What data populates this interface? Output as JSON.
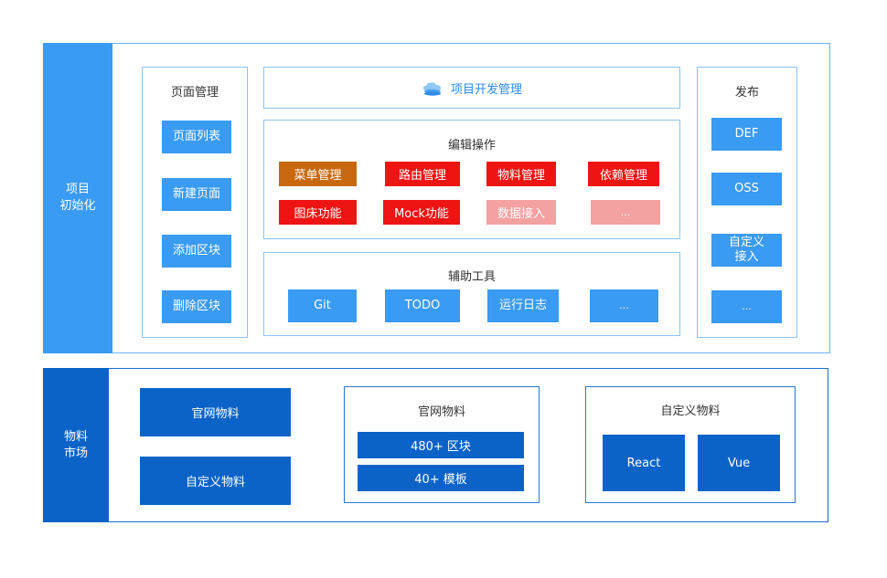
{
  "section1": {
    "label_lines": [
      "项目",
      "初始化"
    ],
    "page_mgmt": {
      "title": "页面管理",
      "items": [
        "页面列表",
        "新建页面",
        "添加区块",
        "删除区块"
      ]
    },
    "project_dev": {
      "title": "项目开发管理",
      "icon": "cloud-stack-icon"
    },
    "edit_ops": {
      "title": "编辑操作",
      "row1": [
        {
          "label": "菜单管理",
          "color": "#c7680f"
        },
        {
          "label": "路由管理",
          "color": "#ee1414"
        },
        {
          "label": "物料管理",
          "color": "#ee1414"
        },
        {
          "label": "依赖管理",
          "color": "#ee1414"
        }
      ],
      "row2": [
        {
          "label": "图床功能",
          "color": "#ee1414"
        },
        {
          "label": "Mock功能",
          "color": "#ee1414"
        },
        {
          "label": "数据接入",
          "color": "#f3a1a1"
        },
        {
          "label": "...",
          "color": "#f3a1a1"
        }
      ]
    },
    "aux_tools": {
      "title": "辅助工具",
      "items": [
        "Git",
        "TODO",
        "运行日志",
        "..."
      ]
    },
    "publish": {
      "title": "发布",
      "items": [
        [
          "DEF"
        ],
        [
          "OSS"
        ],
        [
          "自定义",
          "接入"
        ],
        [
          "..."
        ]
      ]
    }
  },
  "section2": {
    "label_lines": [
      "物料",
      "市场"
    ],
    "left_buttons": [
      "官网物料",
      "自定义物料"
    ],
    "official": {
      "title": "官网物料",
      "items": [
        "480+ 区块",
        "40+ 模板"
      ]
    },
    "custom": {
      "title": "自定义物料",
      "items": [
        "React",
        "Vue"
      ]
    }
  },
  "colors": {
    "light_blue": "#3a9bf2",
    "dark_blue": "#0b63c8",
    "border_light": "#8cc4f5"
  }
}
